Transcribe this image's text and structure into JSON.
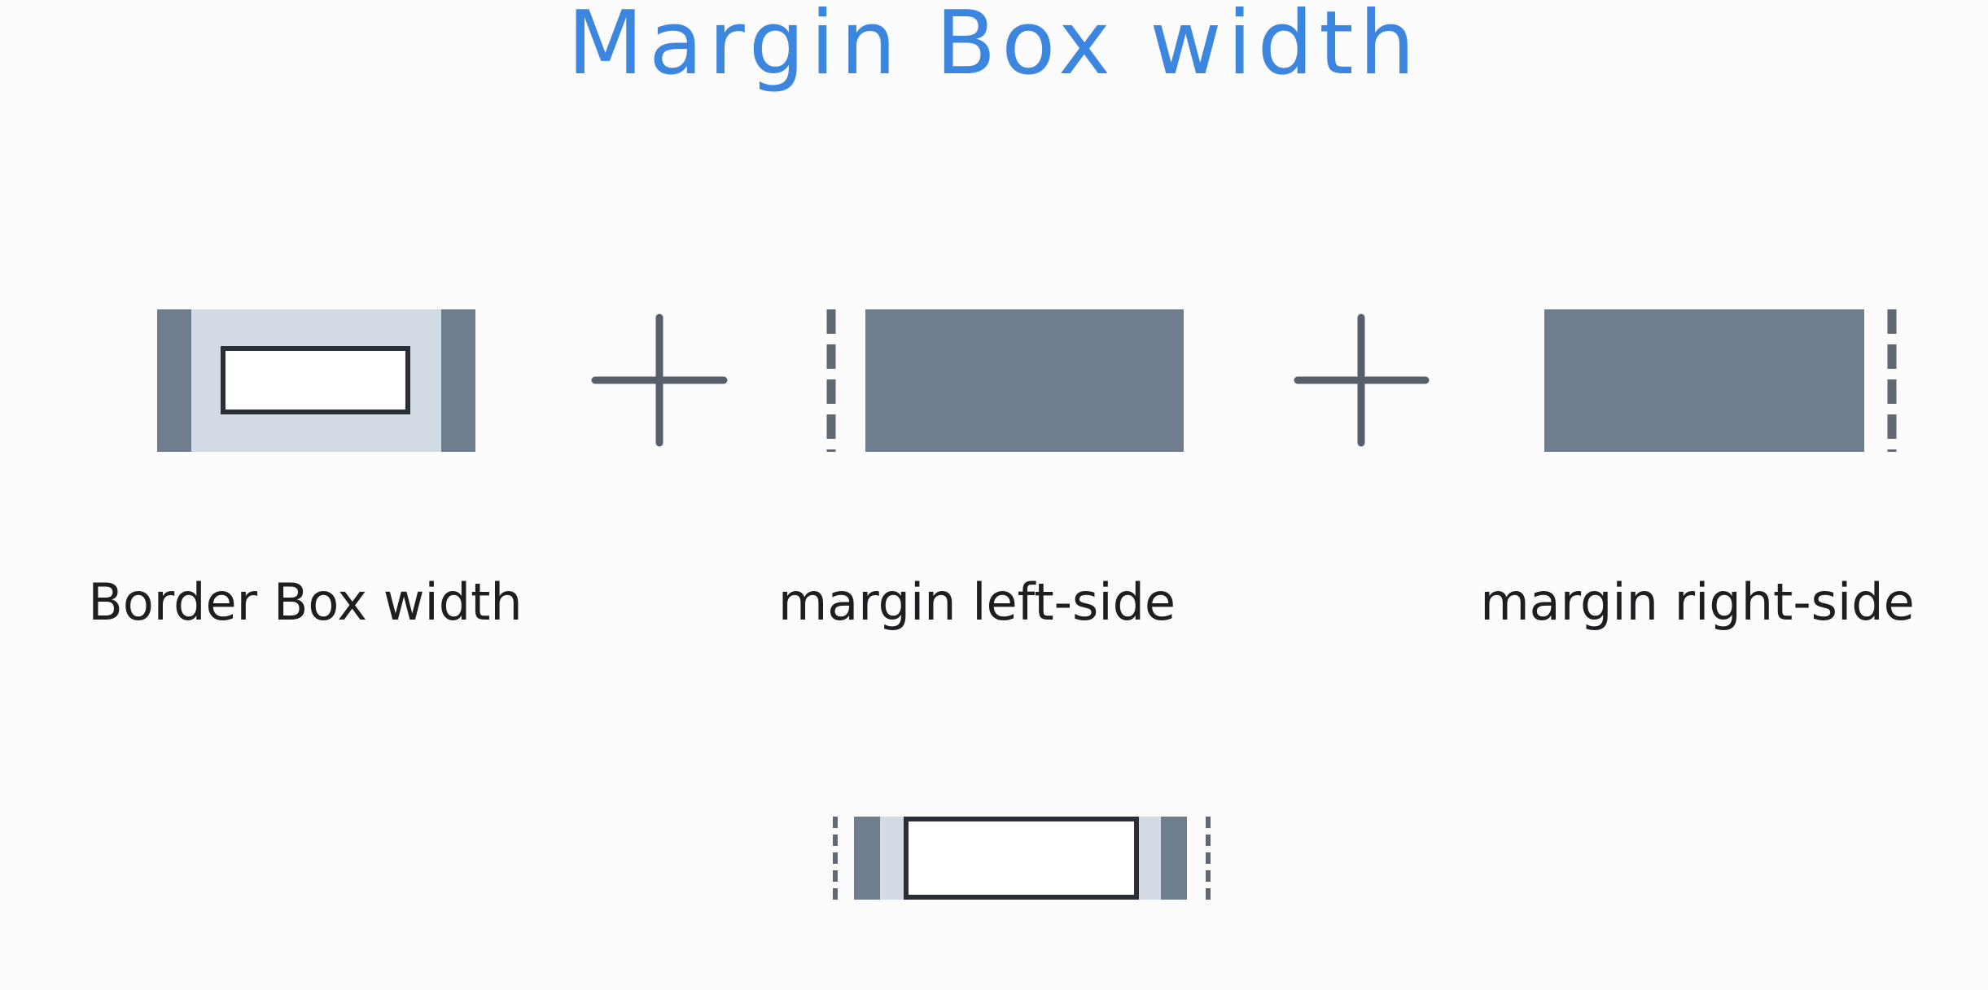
{
  "title": "Margin Box width",
  "terms": [
    {
      "label": "Border Box width"
    },
    {
      "label": "margin left-side"
    },
    {
      "label": "margin right-side"
    }
  ],
  "colors": {
    "title": "#3d86e0",
    "text": "#1c1e21",
    "border_fill": "#6f7e8f",
    "padding_fill": "#d3dce5",
    "content_fill": "#ffffff",
    "outline": "#2a2f35",
    "plus": "#56606c",
    "dashed_margin_edge": "#5f6873"
  }
}
